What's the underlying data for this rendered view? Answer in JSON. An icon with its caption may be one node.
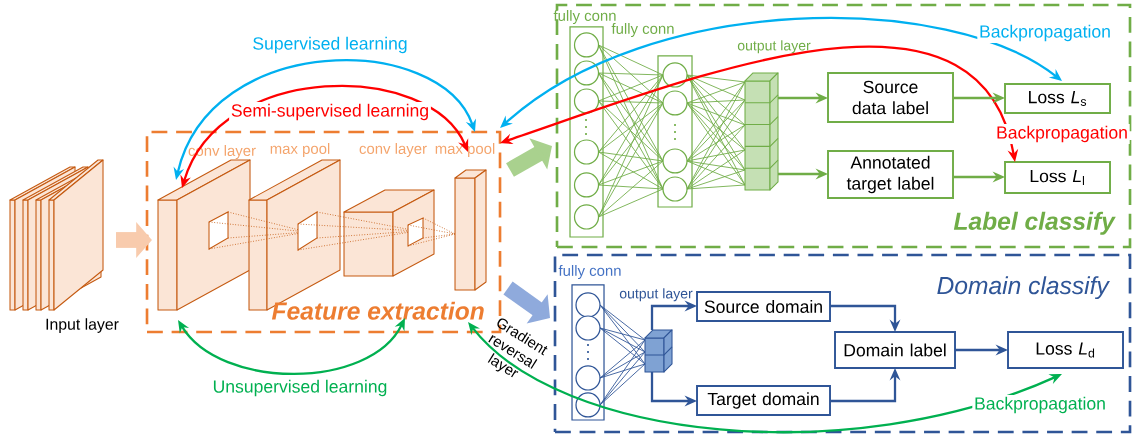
{
  "diagram": {
    "nodes": [
      {
        "text": [
          "Feature extraction"
        ]
      },
      {
        "text": [],
        "shape": "picture",
        "beside": [
          "Input layer"
        ]
      },
      {
        "text": [
          "Label classify"
        ]
      },
      {
        "text": [
          "Source data label"
        ],
        "in": 2
      },
      {
        "text": [
          "Annotated target label"
        ],
        "in": 2
      },
      {
        "text": [
          "Loss *L*$_{s}$"
        ],
        "in": 2
      },
      {
        "text": [
          "Loss *L*$_{l}$"
        ],
        "in": 2
      },
      {
        "text": [
          "output layer"
        ],
        "in": 2
      },
      {
        "text": [
          "Domain classify"
        ]
      },
      {
        "text": [
          "Source domain"
        ],
        "in": 8
      },
      {
        "text": [
          "Target domain"
        ],
        "in": 8
      },
      {
        "text": [
          "Domain label"
        ],
        "in": 8
      },
      {
        "text": [
          "Loss *L*$_{d}$"
        ],
        "in": 8
      },
      {
        "text": [
          "output layer"
        ],
        "in": 8
      }
    ],
    "edges": [
      {
        "from": 1,
        "to": 0,
        "arrow": "to",
        "style": "thick",
        "color": "#f8cbad"
      },
      {
        "from": 0,
        "to": 2,
        "arrow": "to",
        "style": "thick",
        "color": "#a9d18e"
      },
      {
        "from": 0,
        "to": 8,
        "arrow": "to",
        "style": "thick",
        "color": "#8faadc"
      },
      {
        "from": 0,
        "to": 0,
        "arrow": "both",
        "label": "Supervised learning",
        "color": "#00b0f0"
      },
      {
        "from": 0,
        "to": 0,
        "arrow": "both",
        "label": "Semi-supervised learning",
        "color": "#ff0000"
      },
      {
        "from": 0,
        "to": 0,
        "arrow": "both",
        "label": "Unsupervised learning",
        "color": "#00b050"
      },
      {
        "from": 0,
        "to": 5,
        "arrow": "both",
        "label": "Backpropagation",
        "color": "#00b0f0"
      },
      {
        "from": 0,
        "to": 6,
        "arrow": "both",
        "label": "Backpropagation",
        "color": "#ff0000"
      },
      {
        "from": 0,
        "to": 12,
        "arrow": "both",
        "label": "Backpropagation",
        "color": "#00b050"
      },
      {
        "from": 7,
        "to": 3,
        "arrow": "to",
        "color": "#70ad47"
      },
      {
        "from": 7,
        "to": 4,
        "arrow": "to",
        "color": "#70ad47"
      },
      {
        "from": 3,
        "to": 5,
        "arrow": "to",
        "color": "#70ad47"
      },
      {
        "from": 4,
        "to": 6,
        "arrow": "to",
        "color": "#70ad47"
      },
      {
        "from": 13,
        "to": 9,
        "arrow": "to",
        "color": "#2f5597"
      },
      {
        "from": 13,
        "to": 10,
        "arrow": "to",
        "color": "#2f5597"
      },
      {
        "from": 9,
        "to": 11,
        "arrow": "to",
        "color": "#2f5597"
      },
      {
        "from": 10,
        "to": 11,
        "arrow": "to",
        "color": "#2f5597"
      },
      {
        "from": 11,
        "to": 12,
        "arrow": "to",
        "color": "#2f5597"
      }
    ],
    "labels": [
      "fully conn",
      "fully conn",
      "conv layer",
      "max pool",
      "conv layer",
      "max pool",
      "fully conn",
      "Gradient reversal layer"
    ]
  }
}
